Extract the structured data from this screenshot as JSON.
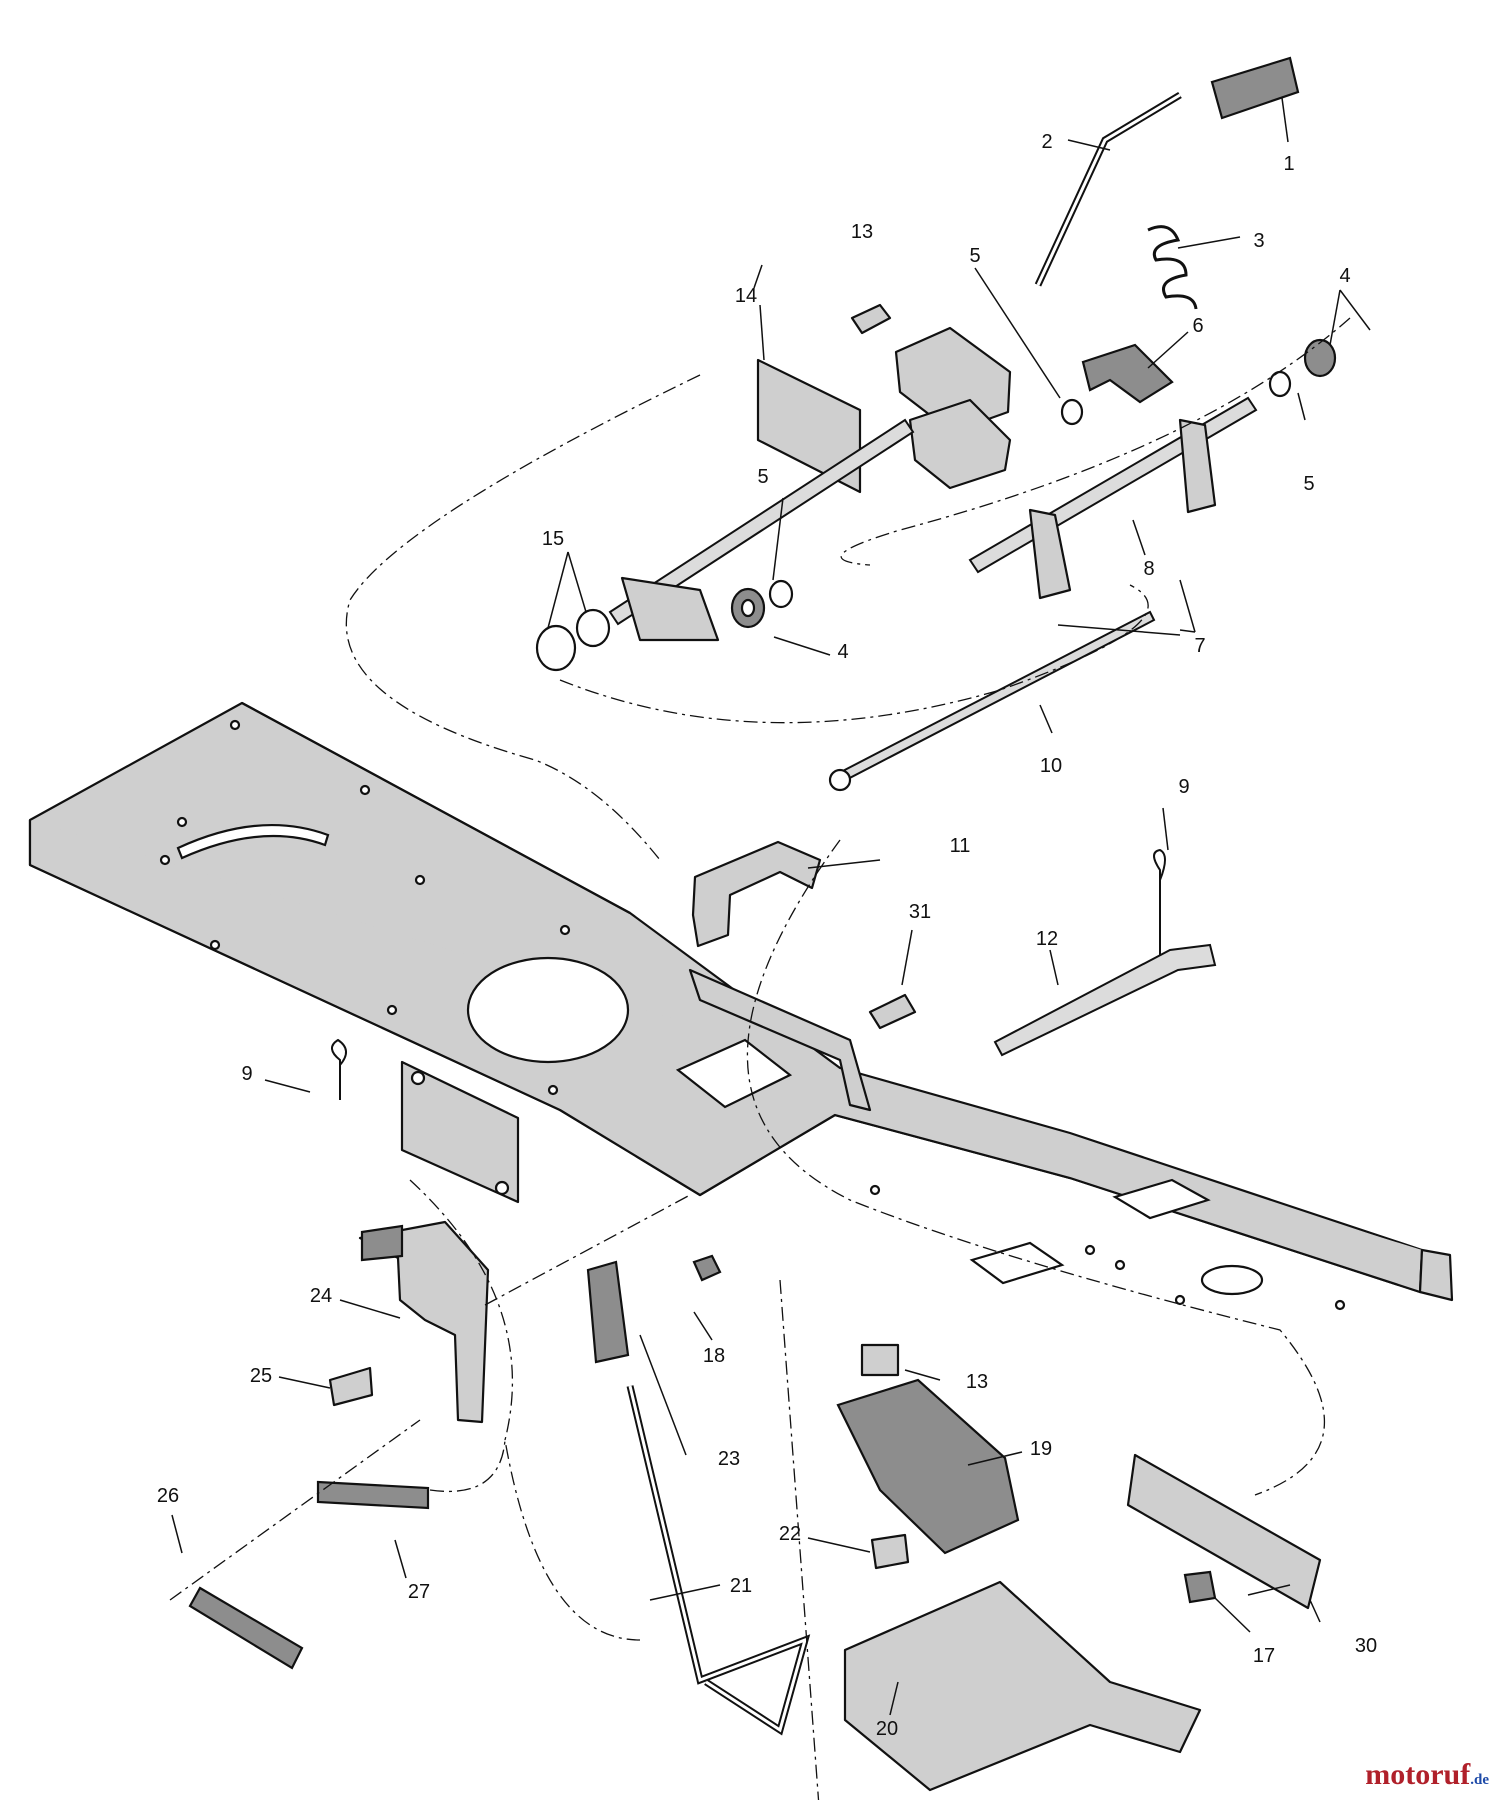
{
  "callouts": [
    {
      "id": "1",
      "label": "1"
    },
    {
      "id": "2",
      "label": "2"
    },
    {
      "id": "3",
      "label": "3"
    },
    {
      "id": "4a",
      "label": "4"
    },
    {
      "id": "4b",
      "label": "4"
    },
    {
      "id": "5a",
      "label": "5"
    },
    {
      "id": "5b",
      "label": "5"
    },
    {
      "id": "5c",
      "label": "5"
    },
    {
      "id": "6",
      "label": "6"
    },
    {
      "id": "7",
      "label": "7"
    },
    {
      "id": "8",
      "label": "8"
    },
    {
      "id": "9a",
      "label": "9"
    },
    {
      "id": "9b",
      "label": "9"
    },
    {
      "id": "10",
      "label": "10"
    },
    {
      "id": "11",
      "label": "11"
    },
    {
      "id": "12",
      "label": "12"
    },
    {
      "id": "13a",
      "label": "13"
    },
    {
      "id": "13b",
      "label": "13"
    },
    {
      "id": "14",
      "label": "14"
    },
    {
      "id": "15",
      "label": "15"
    },
    {
      "id": "17",
      "label": "17"
    },
    {
      "id": "18",
      "label": "18"
    },
    {
      "id": "19",
      "label": "19"
    },
    {
      "id": "20",
      "label": "20"
    },
    {
      "id": "21",
      "label": "21"
    },
    {
      "id": "22",
      "label": "22"
    },
    {
      "id": "23",
      "label": "23"
    },
    {
      "id": "24",
      "label": "24"
    },
    {
      "id": "25",
      "label": "25"
    },
    {
      "id": "26",
      "label": "26"
    },
    {
      "id": "27",
      "label": "27"
    },
    {
      "id": "30",
      "label": "30"
    },
    {
      "id": "31",
      "label": "31"
    }
  ],
  "watermark": {
    "brand": "motoruf",
    "tld": ".de"
  },
  "colors": {
    "line": "#111111",
    "part_fill": "#cfcfcf",
    "dark_fill": "#8d8d8d",
    "watermark_red": "#b0202a",
    "watermark_blue": "#1e4aa8"
  }
}
